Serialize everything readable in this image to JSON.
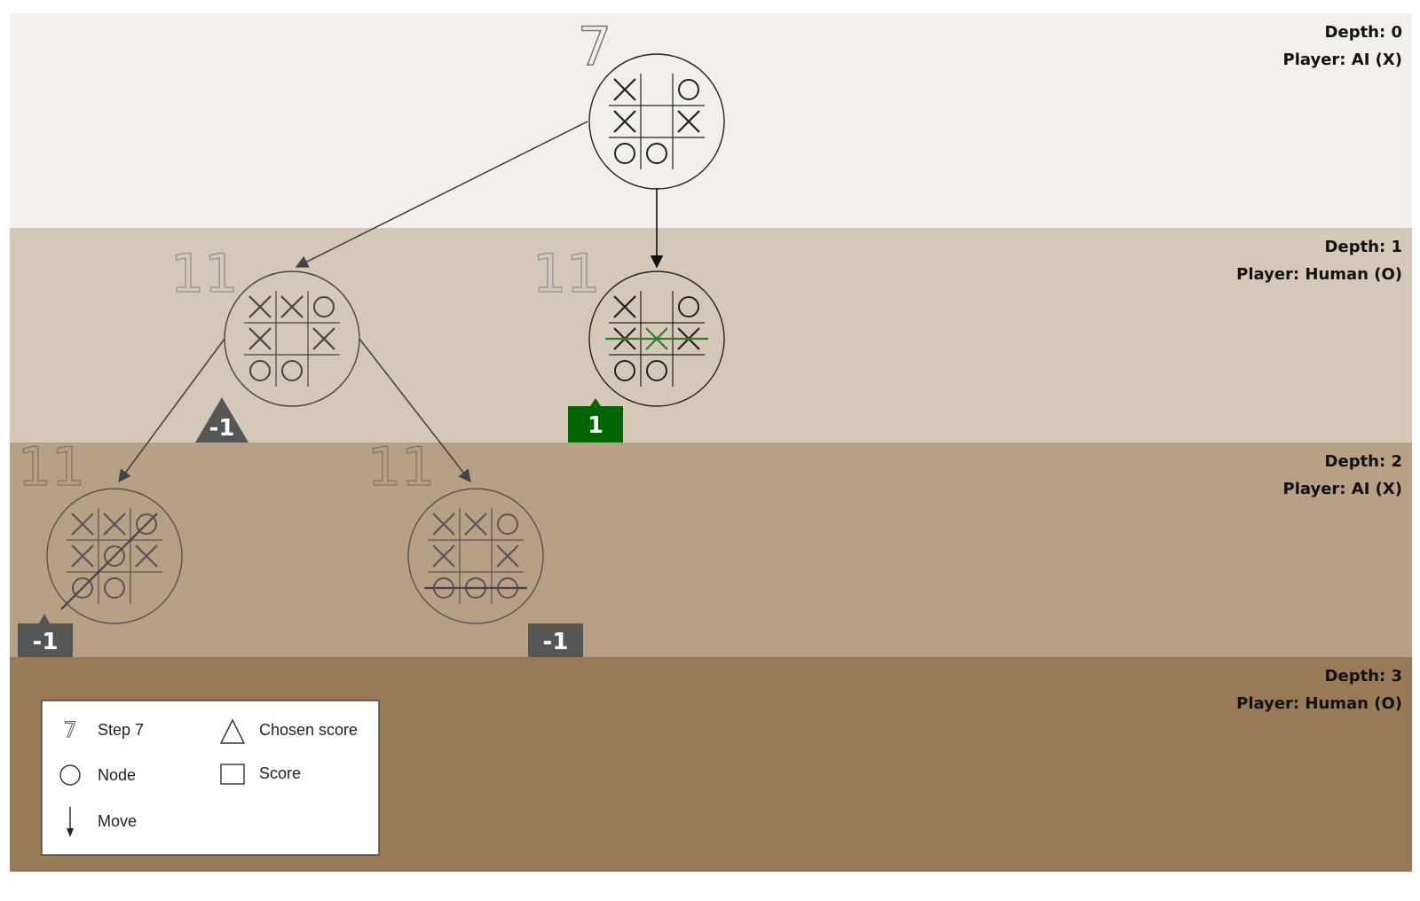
{
  "layers": [
    {
      "depth_label": "Depth: 0",
      "player_label": "Player: AI (X)",
      "color": "#f3f0ec"
    },
    {
      "depth_label": "Depth: 1",
      "player_label": "Player: Human (O)",
      "color": "#d5c8b8"
    },
    {
      "depth_label": "Depth: 2",
      "player_label": "Player: AI (X)",
      "color": "#b8a087"
    },
    {
      "depth_label": "Depth: 3",
      "player_label": "Player: Human (O)",
      "color": "#997a56"
    }
  ],
  "nodes": [
    {
      "id": "root",
      "depth": 0,
      "step": "7",
      "cells": [
        "X",
        "",
        "O",
        "X",
        "",
        "X",
        "O",
        "O",
        ""
      ],
      "highlight": false
    },
    {
      "id": "d1-left",
      "depth": 1,
      "step": "11",
      "cells": [
        "X",
        "X",
        "O",
        "X",
        "",
        "X",
        "O",
        "O",
        ""
      ],
      "highlight": false
    },
    {
      "id": "d1-right",
      "depth": 1,
      "step": "11",
      "cells": [
        "X",
        "",
        "O",
        "X",
        "X",
        "X",
        "O",
        "O",
        ""
      ],
      "highlight": true,
      "new_move_color": "#2e7d32",
      "win_line": "row2"
    },
    {
      "id": "d2-left",
      "depth": 2,
      "step": "11",
      "cells": [
        "X",
        "X",
        "O",
        "X",
        "O",
        "X",
        "O",
        "O",
        ""
      ],
      "highlight": false,
      "win_line": "anti-diagonal"
    },
    {
      "id": "d2-right",
      "depth": 2,
      "step": "11",
      "cells": [
        "X",
        "X",
        "O",
        "X",
        "",
        "X",
        "O",
        "O",
        "O"
      ],
      "highlight": false,
      "win_line": "row3"
    }
  ],
  "edges": [
    {
      "from": "root",
      "to": "d1-left"
    },
    {
      "from": "root",
      "to": "d1-right"
    },
    {
      "from": "d1-left",
      "to": "d2-left"
    },
    {
      "from": "d1-left",
      "to": "d2-right"
    }
  ],
  "scores": [
    {
      "node": "d1-left",
      "value": "-1",
      "kind": "chosen",
      "color": "#555555"
    },
    {
      "node": "d1-right",
      "value": "1",
      "kind": "chosen",
      "color": "#006400"
    },
    {
      "node": "d2-left",
      "value": "-1",
      "kind": "chosen",
      "color": "#555555"
    },
    {
      "node": "d2-right",
      "value": "-1",
      "kind": "score",
      "color": "#555555"
    }
  ],
  "legend": {
    "step_icon": "7",
    "step_label": "Step 7",
    "node_label": "Node",
    "move_label": "Move",
    "chosen_label": "Chosen score",
    "score_label": "Score"
  }
}
